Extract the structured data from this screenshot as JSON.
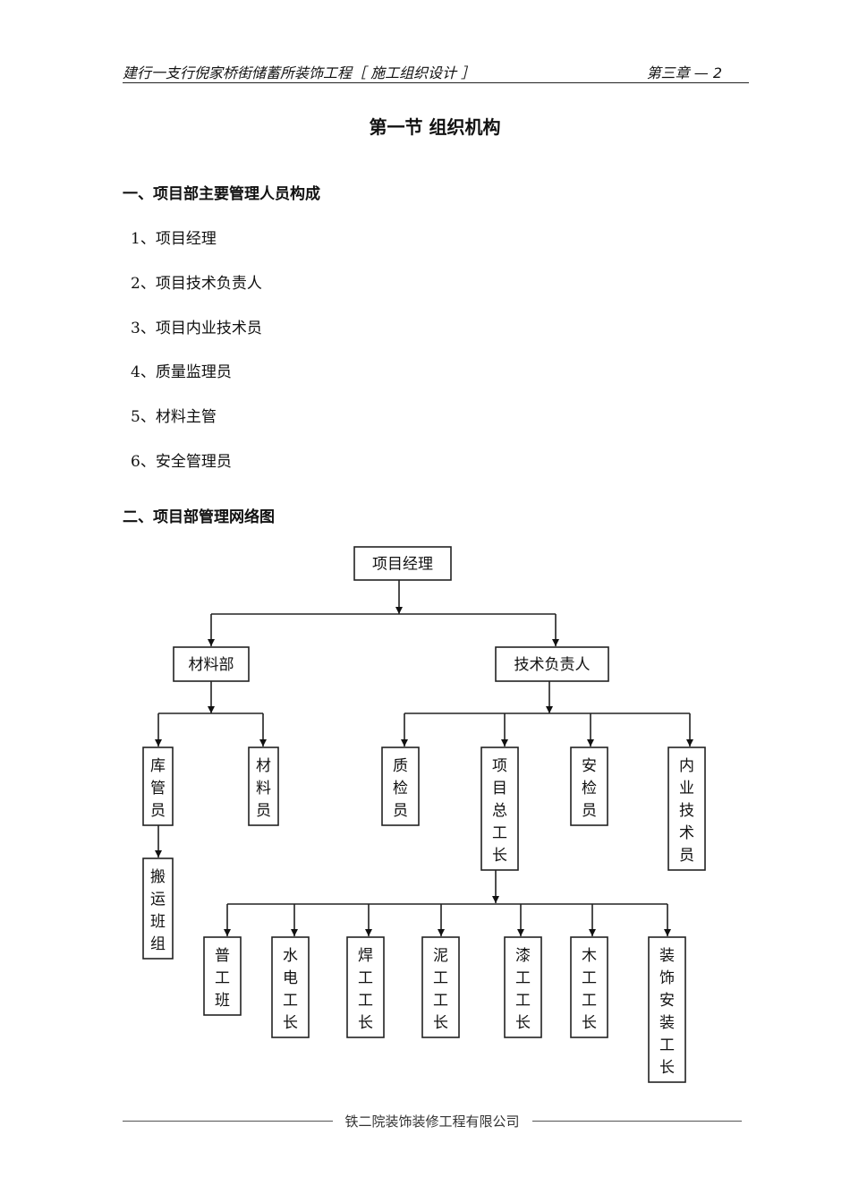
{
  "header": {
    "project_title": "建行一支行倪家桥街储蓄所装饰工程［ 施工组织设计 ］",
    "chapter": "第三章 —  2"
  },
  "section_title": "第一节  组织机构",
  "part1": {
    "heading": "一、项目部主要管理人员构成",
    "items": [
      "1、项目经理",
      "2、项目技术负责人",
      "3、项目内业技术员",
      "4、质量监理员",
      "5、材料主管",
      "6、安全管理员"
    ]
  },
  "part2": {
    "heading": "二、项目部管理网络图"
  },
  "org_chart": {
    "root": "项目经理",
    "level1": [
      "材料部",
      "技术负责人"
    ],
    "materials_children": [
      "库管员",
      "材料员"
    ],
    "warehouse_child": "搬运班组",
    "tech_children": [
      "质检员",
      "项目总工长",
      "安检员",
      "内业技术员"
    ],
    "foreman_children": [
      "普工班",
      "水电工长",
      "焊工工长",
      "泥工工长",
      "漆工工长",
      "木工工长",
      "装饰安装工长"
    ]
  },
  "footer": {
    "company": "铁二院装饰装修工程有限公司"
  }
}
